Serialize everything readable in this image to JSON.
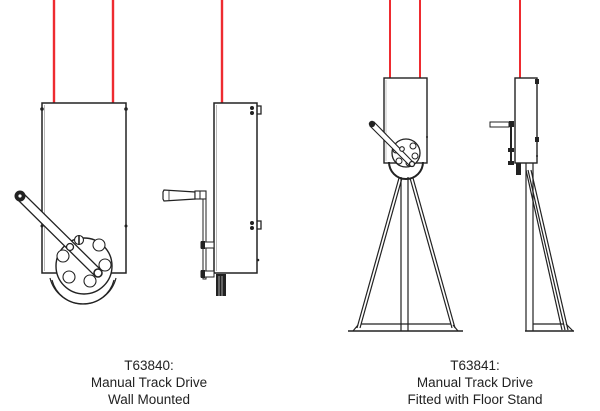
{
  "colors": {
    "line": "#222222",
    "cable": "#ee2b30",
    "background": "#ffffff"
  },
  "figures": [
    {
      "id": "wall-mounted",
      "views": [
        "front view",
        "side view"
      ],
      "caption": {
        "code": "T63840:",
        "line1": "Manual Track Drive",
        "line2": "Wall Mounted"
      }
    },
    {
      "id": "floor-stand",
      "views": [
        "front view",
        "side view"
      ],
      "caption": {
        "code": "T63841:",
        "line1": "Manual Track Drive",
        "line2": "Fitted with Floor Stand"
      }
    }
  ]
}
